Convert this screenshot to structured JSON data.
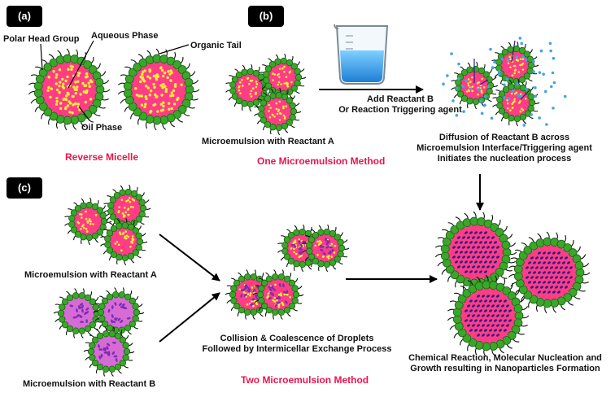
{
  "panels": {
    "a": "(a)",
    "b": "(b)",
    "c": "(c)"
  },
  "labels": {
    "polar_head": "Polar Head Group",
    "aqueous": "Aqueous Phase",
    "organic_tail": "Organic Tail",
    "oil_phase": "Oil Phase",
    "reverse_micelle": "Reverse Micelle",
    "add_reactant_line1": "Add Reactant B",
    "add_reactant_line2": "Or Reaction Triggering agent",
    "micro_a_b": "Microemulsion with Reactant A",
    "one_method": "One Microemulsion Method",
    "diffusion_line1": "Diffusion of Reactant B across",
    "diffusion_line2": "Microemulsion Interface/Triggering agent",
    "diffusion_line3": "Initiates the nucleation process",
    "micro_a_c": "Microemulsion with Reactant A",
    "micro_b_c": "Microemulsion with Reactant B",
    "collision_line1": "Collision & Coalescence of Droplets",
    "collision_line2": "Followed by Intermicellar Exchange Process",
    "two_method": "Two Microemulsion Method",
    "chem_line1": "Chemical Reaction, Molecular Nucleation and",
    "chem_line2": "Growth resulting in Nanoparticles Formation"
  },
  "colors": {
    "shell": "#3aa62a",
    "shell_dark": "#1e5f16",
    "core_a": "#ff3d86",
    "core_b": "#d76bd6",
    "dots_a": "#f4ef3a",
    "nano": "#2a1f86",
    "water": "#3fa6e6",
    "accent": "#e8154e"
  },
  "icons": [
    "reverse-micelle-icon",
    "beaker-icon",
    "droplet-icon",
    "nanoparticle-icon"
  ]
}
